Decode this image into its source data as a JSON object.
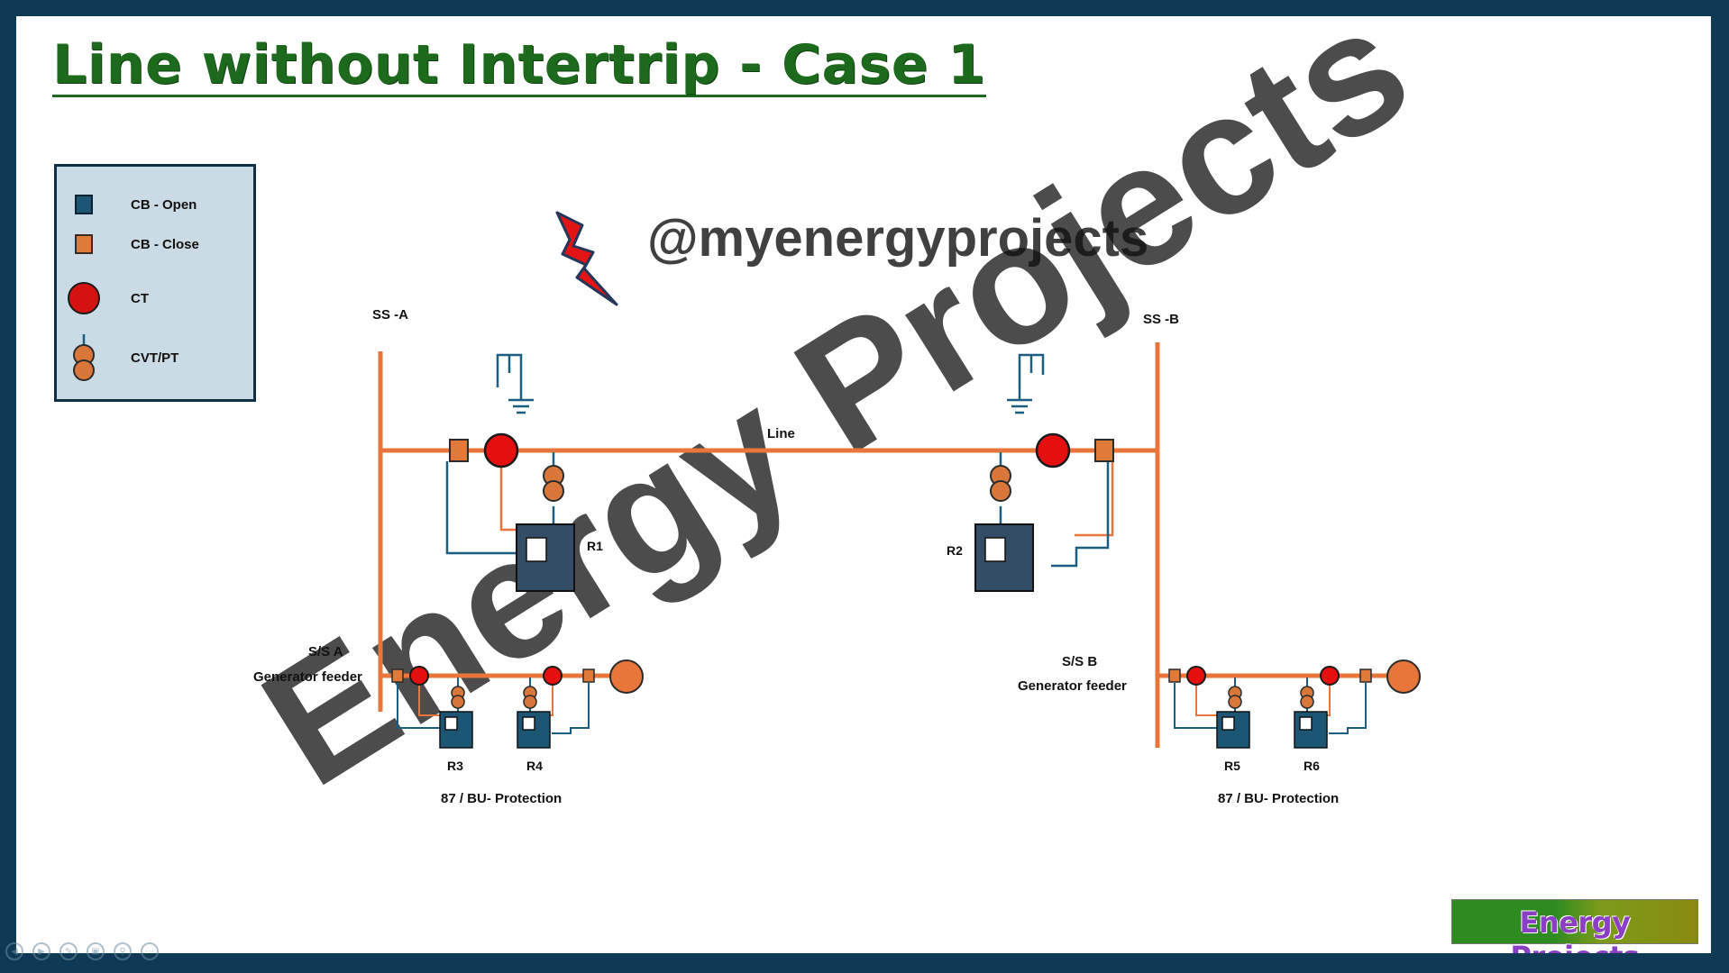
{
  "title": "Line without Intertrip - Case 1",
  "watermark": {
    "handle": "@myenergyprojects",
    "brand": "Energy Projects"
  },
  "legend": {
    "items": [
      {
        "symbol": "cb-open",
        "label": "CB - Open"
      },
      {
        "symbol": "cb-close",
        "label": "CB - Close"
      },
      {
        "symbol": "ct",
        "label": "CT"
      },
      {
        "symbol": "cvt-pt",
        "label": "CVT/PT"
      }
    ]
  },
  "diagram": {
    "substation_a": "SS -A",
    "substation_b": "SS -B",
    "line_label": "Line",
    "relays": {
      "r1": "R1",
      "r2": "R2",
      "r3": "R3",
      "r4": "R4",
      "r5": "R5",
      "r6": "R6"
    },
    "feeder_a": {
      "name": "S/S A",
      "type": "Generator feeder",
      "protection": "87 / BU- Protection"
    },
    "feeder_b": {
      "name": "S/S B",
      "type": "Generator feeder",
      "protection": "87 / BU- Protection"
    }
  },
  "logo": {
    "text": "Energy Projects"
  },
  "colors": {
    "frame": "#0e3a55",
    "busbar": "#e8763a",
    "ct": "#e60f0f",
    "cb_open": "#1d5675",
    "cb_close": "#e07a38",
    "relay": "#344d66",
    "wiring": "#1b5e80",
    "title": "#1d6a1d",
    "legend_bg": "#cbdbe5"
  },
  "player_controls": [
    "prev-icon",
    "play-icon",
    "pen-icon",
    "slides-icon",
    "zoom-icon",
    "more-icon"
  ]
}
